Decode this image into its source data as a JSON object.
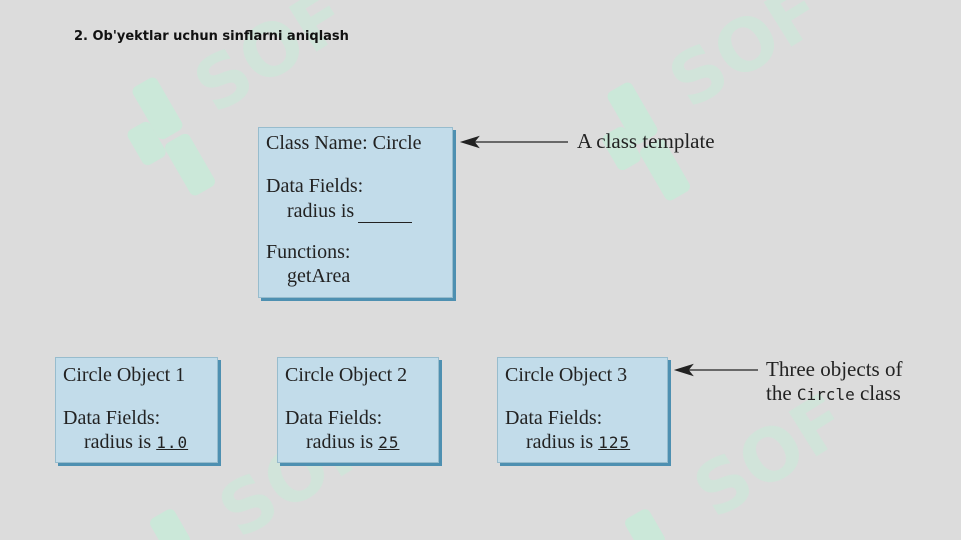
{
  "heading": "2. Ob'yektlar uchun sinflarni aniqlash",
  "class_box": {
    "title": "Class Name: Circle",
    "fields_label": "Data Fields:",
    "field_text": "radius is",
    "functions_label": "Functions:",
    "function_name": "getArea"
  },
  "class_note": "A class template",
  "objects": [
    {
      "title": "Circle Object 1",
      "fields_label": "Data Fields:",
      "field_text": "radius is",
      "value": "1.0"
    },
    {
      "title": "Circle Object 2",
      "fields_label": "Data Fields:",
      "field_text": "radius is",
      "value": "25"
    },
    {
      "title": "Circle Object 3",
      "fields_label": "Data Fields:",
      "field_text": "radius is",
      "value": "125"
    }
  ],
  "objects_note": {
    "line1": "Three objects of",
    "line2_prefix": "the ",
    "line2_code": "Circle",
    "line2_suffix": " class"
  },
  "watermark_text": "SOF",
  "colors": {
    "background": "#dcdcdc",
    "box_fill": "#c2dcea",
    "box_shadow": "#4e90b1",
    "watermark": "#c8ead8"
  }
}
